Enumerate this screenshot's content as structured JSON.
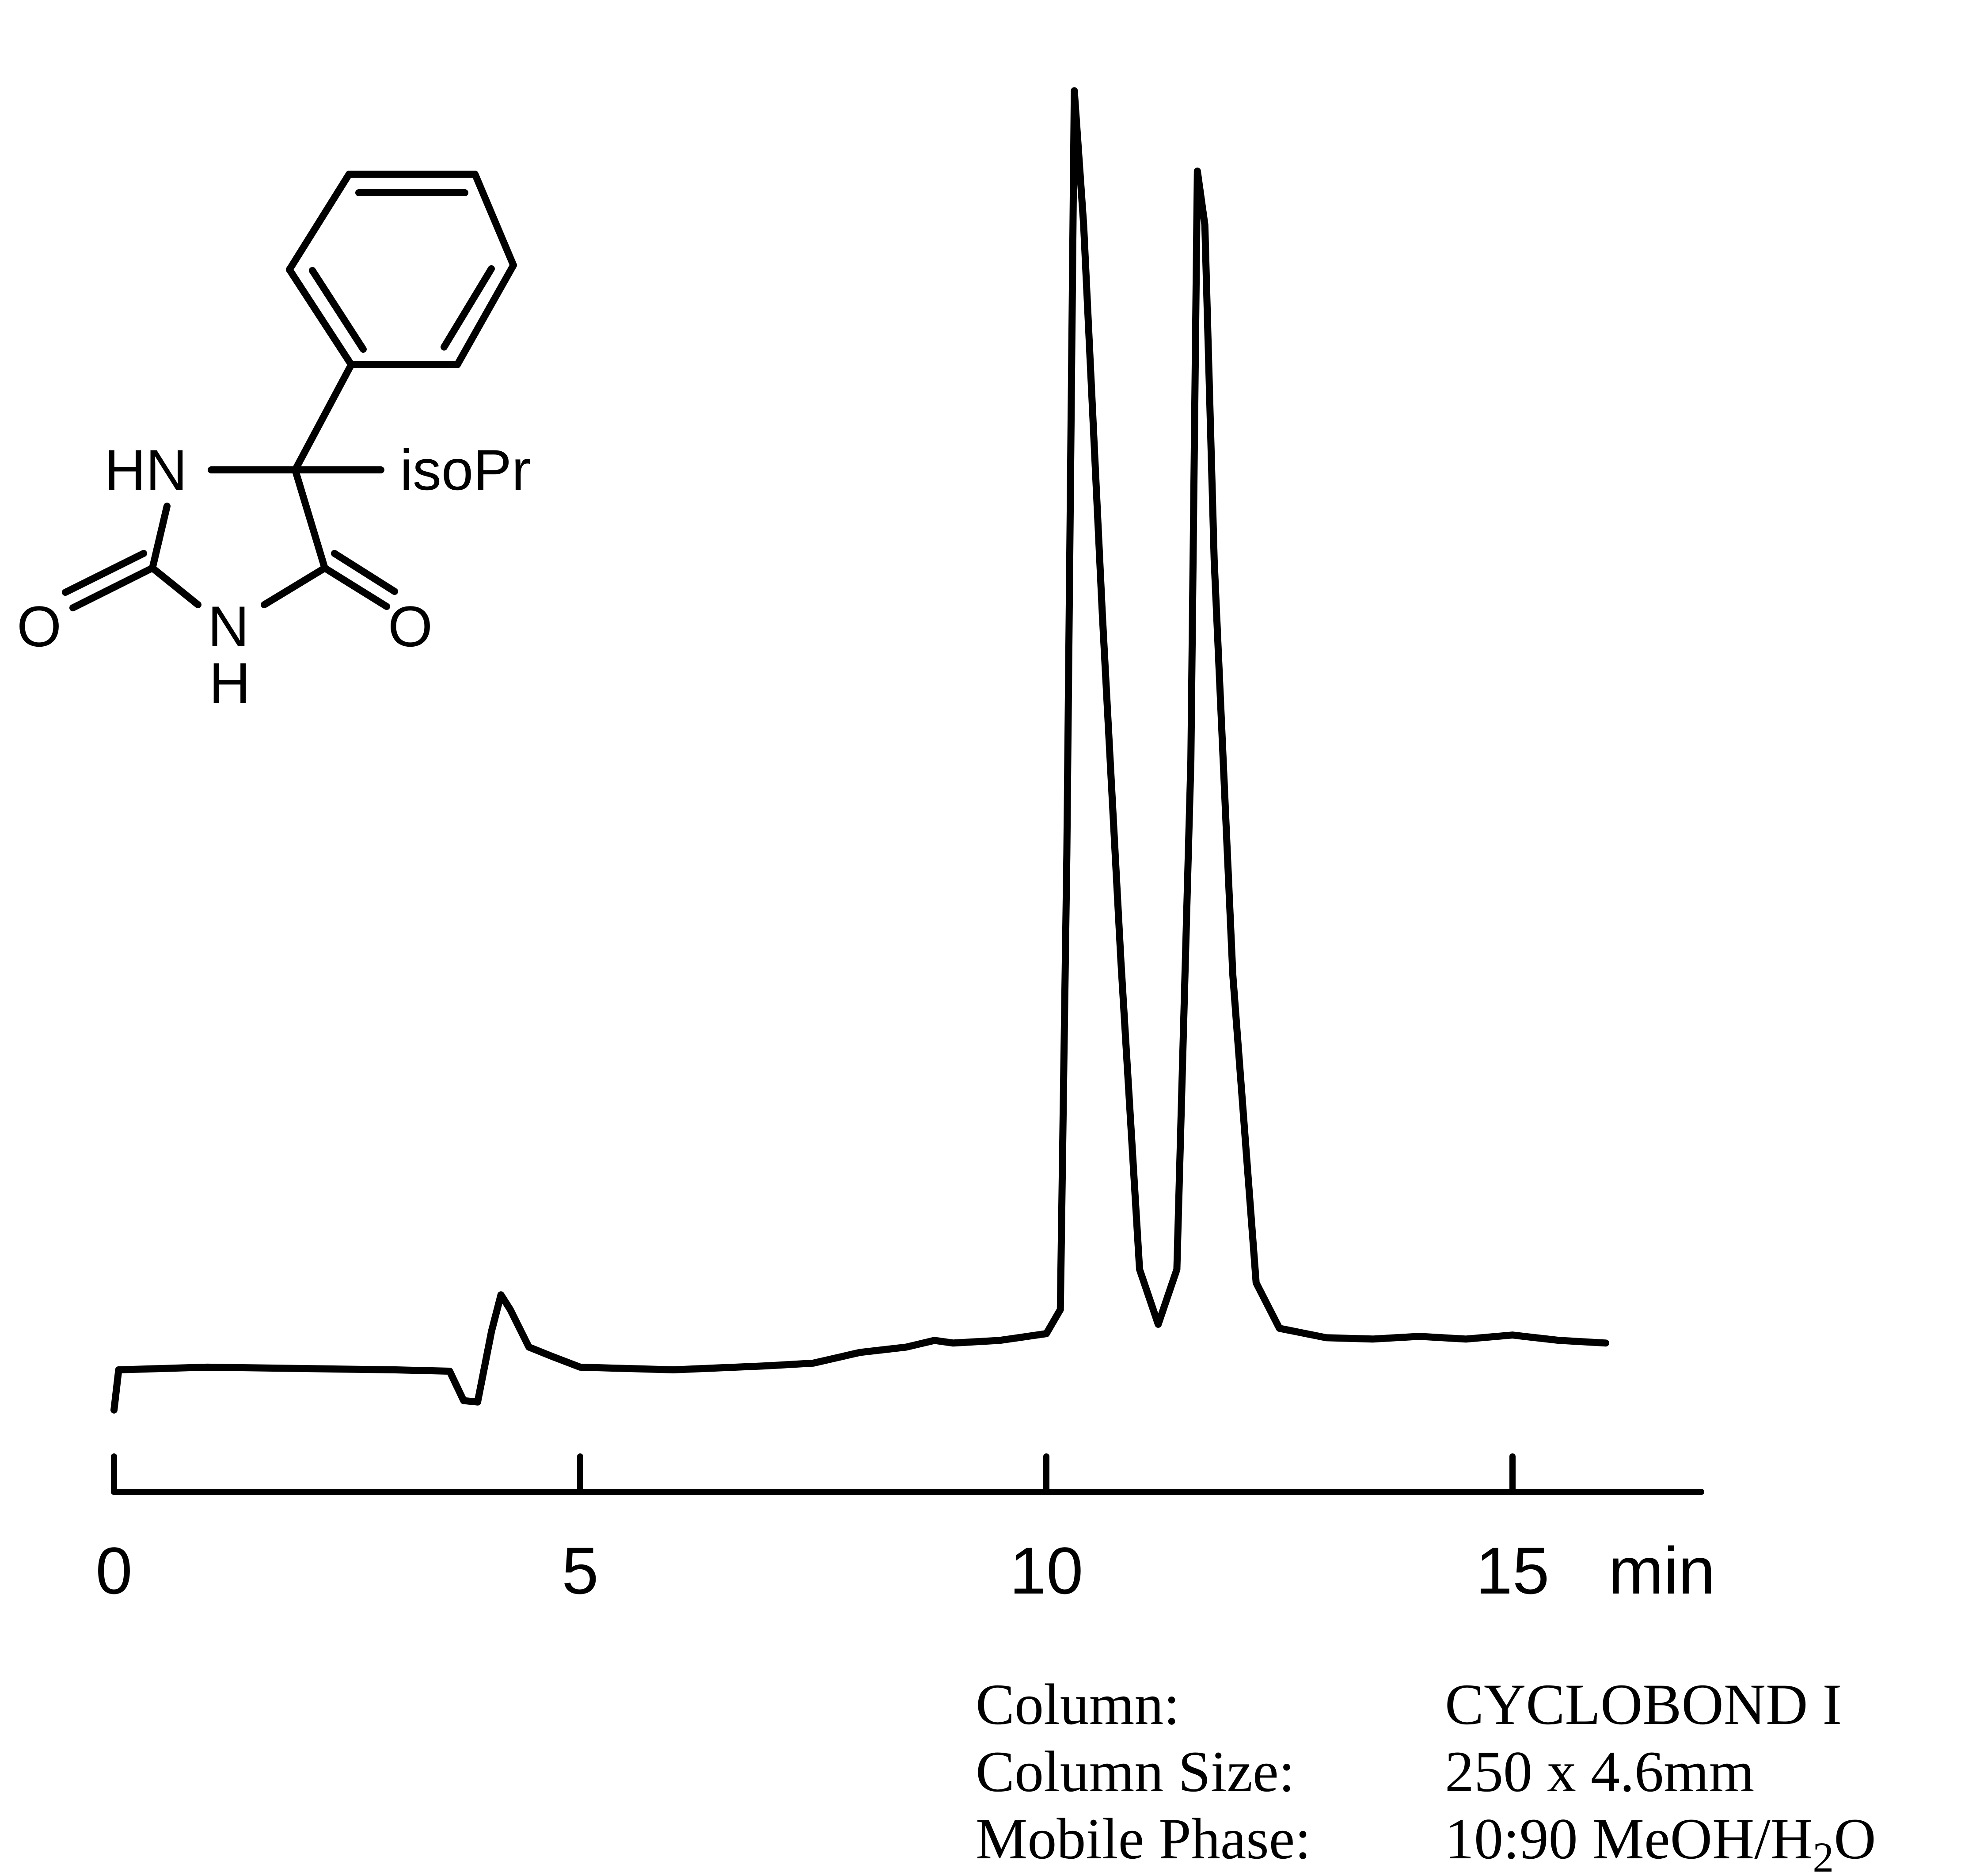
{
  "chart_data": {
    "type": "line",
    "title": "",
    "xlabel": "",
    "ylabel": "",
    "x_unit": "min",
    "xlim": [
      0,
      17
    ],
    "ylim": [
      0,
      1
    ],
    "grid": false,
    "legend": "none",
    "xticks": [
      0,
      5,
      10,
      15
    ],
    "xtick_labels": [
      "0",
      "5",
      "10",
      "15"
    ],
    "line_color": "#000000",
    "series": [
      {
        "x": [
          0,
          0.05,
          1,
          2,
          3,
          3.6,
          3.75,
          3.9,
          4.05,
          4.15,
          4.25,
          4.45,
          4.7,
          5,
          6,
          7,
          7.5,
          8,
          8.5,
          8.8,
          9,
          9.5,
          10,
          10.15,
          10.22,
          10.3,
          10.4,
          10.6,
          10.8,
          11,
          11.2,
          11.4,
          11.55,
          11.62,
          11.7,
          11.8,
          12.0,
          12.25,
          12.5,
          13,
          13.5,
          14,
          14.5,
          15,
          15.5,
          16
        ],
        "y": [
          0.005,
          0.035,
          0.037,
          0.036,
          0.035,
          0.034,
          0.012,
          0.011,
          0.064,
          0.091,
          0.08,
          0.052,
          0.045,
          0.037,
          0.035,
          0.038,
          0.04,
          0.048,
          0.052,
          0.057,
          0.055,
          0.057,
          0.062,
          0.08,
          0.42,
          0.99,
          0.89,
          0.6,
          0.34,
          0.11,
          0.069,
          0.11,
          0.49,
          0.93,
          0.89,
          0.64,
          0.33,
          0.1,
          0.066,
          0.059,
          0.058,
          0.06,
          0.058,
          0.061,
          0.057,
          0.055
        ]
      }
    ]
  },
  "structure": {
    "labels": {
      "hn": "HN",
      "substituent": "isoPr",
      "o_left": "O",
      "n": "N",
      "h": "H",
      "o_right": "O"
    }
  },
  "axis": {
    "unit_label": "min"
  },
  "info": {
    "rows": [
      {
        "label": "Column:",
        "value": "CYCLOBOND I"
      },
      {
        "label": "Column Size:",
        "value": "250 x 4.6mm"
      },
      {
        "label": "Mobile Phase:",
        "value": "10:90  MeOH/H",
        "sub": "2",
        "after": "O"
      }
    ]
  }
}
